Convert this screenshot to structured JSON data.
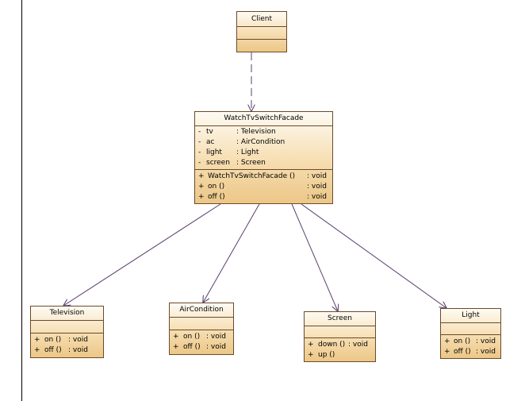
{
  "classes": {
    "client": {
      "name": "Client"
    },
    "facade": {
      "name": "WatchTvSwitchFacade",
      "attributes": [
        {
          "vis": "-",
          "name": "tv",
          "type": ": Television"
        },
        {
          "vis": "-",
          "name": "ac",
          "type": ": AirCondition"
        },
        {
          "vis": "-",
          "name": "light",
          "type": ": Light"
        },
        {
          "vis": "-",
          "name": "screen",
          "type": ": Screen"
        }
      ],
      "operations": [
        {
          "vis": "+",
          "name": "WatchTvSwitchFacade ()",
          "type": ": void"
        },
        {
          "vis": "+",
          "name": "on ()",
          "type": ": void"
        },
        {
          "vis": "+",
          "name": "off ()",
          "type": ": void"
        }
      ]
    },
    "television": {
      "name": "Television",
      "operations": [
        {
          "vis": "+",
          "name": "on ()",
          "type": ": void"
        },
        {
          "vis": "+",
          "name": "off ()",
          "type": ": void"
        }
      ]
    },
    "aircondition": {
      "name": "AirCondition",
      "operations": [
        {
          "vis": "+",
          "name": "on ()",
          "type": ": void"
        },
        {
          "vis": "+",
          "name": "off ()",
          "type": ": void"
        }
      ]
    },
    "screen": {
      "name": "Screen",
      "operations": [
        {
          "vis": "+",
          "name": "down ()",
          "type": ": void"
        },
        {
          "vis": "+",
          "name": "up ()",
          "type": ""
        }
      ]
    },
    "light": {
      "name": "Light",
      "operations": [
        {
          "vis": "+",
          "name": "on ()",
          "type": ": void"
        },
        {
          "vis": "+",
          "name": "off ()",
          "type": ": void"
        }
      ]
    }
  },
  "colors": {
    "box_border": "#6b4a2c",
    "link": "#5a3f6e"
  }
}
